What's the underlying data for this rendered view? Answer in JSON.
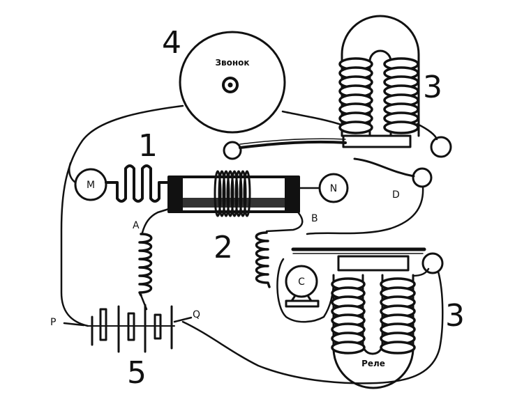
{
  "labels": {
    "bell_number": "4",
    "bell_text": "Звонок",
    "top_magnet_number": "3",
    "coil_one_number": "1",
    "coherer_number": "2",
    "bottom_magnet_number": "3",
    "battery_number": "5",
    "motor": "M",
    "terminal_n": "N",
    "terminal_a": "A",
    "terminal_b": "B",
    "terminal_d": "D",
    "terminal_c": "C",
    "terminal_p": "P",
    "terminal_q": "Q",
    "relay_text": "Реле"
  },
  "colors": {
    "ink": "#111111",
    "paper": "#ffffff"
  }
}
